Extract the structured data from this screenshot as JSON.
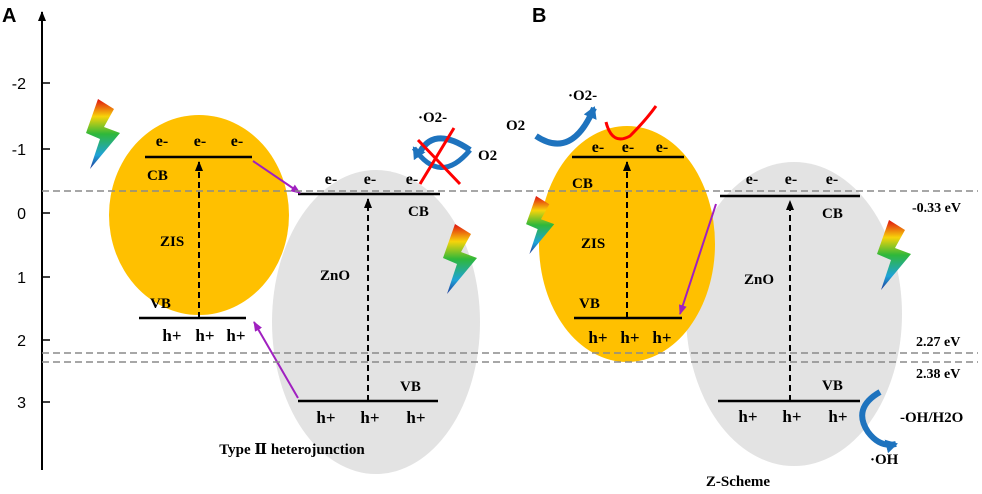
{
  "panels": {
    "a": "A",
    "b": "B"
  },
  "axis": {
    "ticks": [
      "-2",
      "-1",
      "0",
      "1",
      "2",
      "3"
    ]
  },
  "type2": {
    "caption": "Type Ⅱ heterojunction",
    "zis": {
      "name": "ZIS",
      "cb": "CB",
      "vb": "VB",
      "electrons": [
        "e-",
        "e-",
        "e-"
      ],
      "holes": [
        "h+",
        "h+",
        "h+"
      ]
    },
    "zno": {
      "name": "ZnO",
      "cb": "CB",
      "vb": "VB",
      "electrons": [
        "e-",
        "e-",
        "e-"
      ],
      "holes": [
        "h+",
        "h+",
        "h+"
      ]
    },
    "superoxide": "·O2-",
    "oxygen": "O2"
  },
  "zscheme": {
    "caption": "Z-Scheme",
    "zis": {
      "name": "ZIS",
      "cb": "CB",
      "vb": "VB",
      "electrons": [
        "e-",
        "e-",
        "e-"
      ],
      "holes": [
        "h+",
        "h+",
        "h+"
      ]
    },
    "zno": {
      "name": "ZnO",
      "cb": "CB",
      "vb": "VB",
      "electrons": [
        "e-",
        "e-",
        "e-"
      ],
      "holes": [
        "h+",
        "h+",
        "h+"
      ]
    },
    "superoxide": "·O2-",
    "oxygen": "O2",
    "hydroxide": "-OH/H2O",
    "hydroxyl": "·OH"
  },
  "potentials": [
    "-0.33 eV",
    "2.27 eV",
    "2.38 eV"
  ],
  "colors": {
    "zis": "#FFC000",
    "zno": "#E3E3E3",
    "arrow": "#A020C0",
    "cycle": "#1E73BE",
    "cross": "#FF0000"
  }
}
